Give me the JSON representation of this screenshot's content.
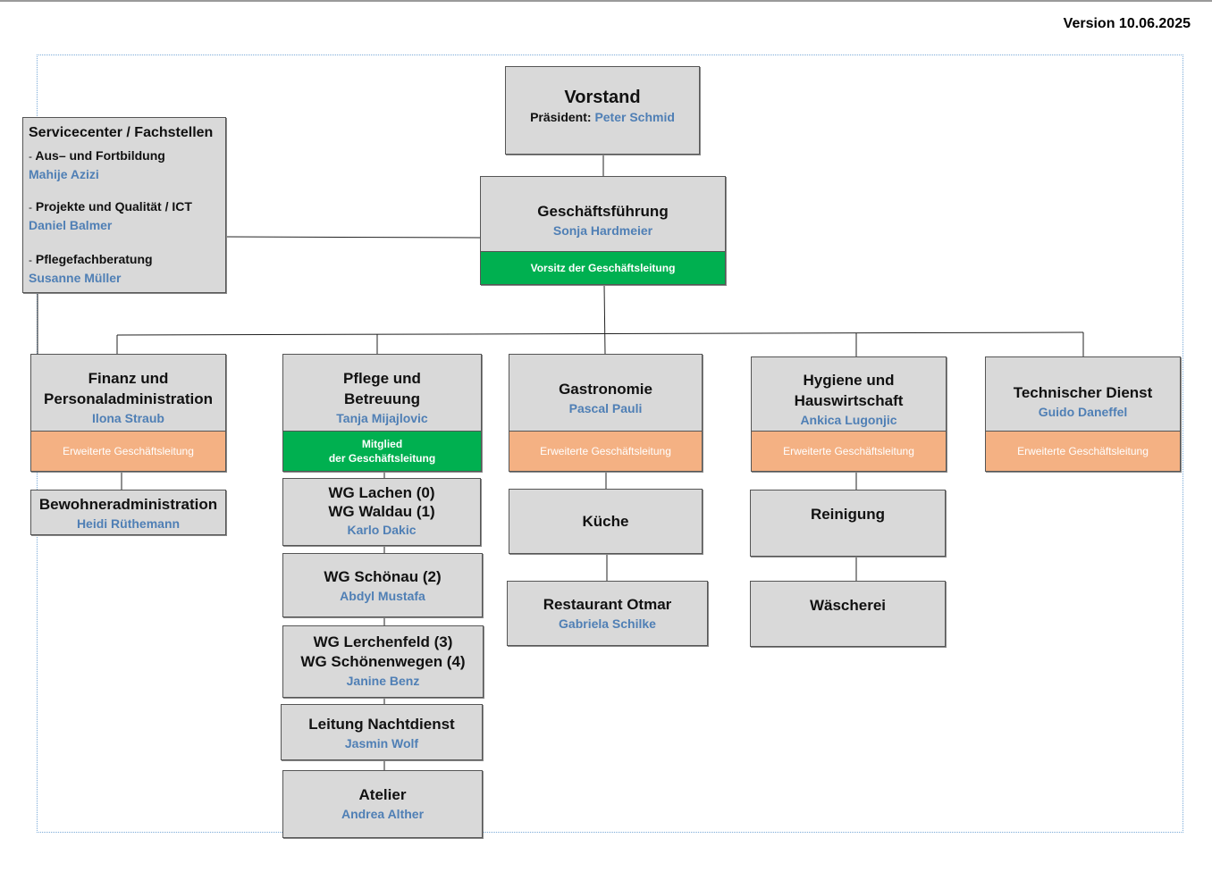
{
  "version": "Version 10.06.2025",
  "vorstand": {
    "title": "Vorstand",
    "president_label": "Präsident:",
    "president_name": "Peter Schmid"
  },
  "geschaeftsfuehrung": {
    "title": "Geschäftsführung",
    "name": "Sonja Hardmeier",
    "band": "Vorsitz der Geschäftsleitung"
  },
  "servicecenter": {
    "title": "Servicecenter / Fachstellen",
    "items": [
      {
        "dash": "-",
        "label": "Aus– und Fortbildung",
        "name": "Mahije Azizi"
      },
      {
        "dash": "-",
        "label": "Projekte und Qualität / ICT",
        "name": "Daniel Balmer"
      },
      {
        "dash": "-",
        "label": "Pflegefachberatung",
        "name": "Susanne Müller"
      }
    ]
  },
  "departments": {
    "finanz": {
      "title_1": "Finanz und",
      "title_2": "Personaladministration",
      "name": "Ilona Straub",
      "band": "Erweiterte Geschäftsleitung"
    },
    "pflege": {
      "title_1": "Pflege und",
      "title_2": "Betreuung",
      "name": "Tanja Mijajlovic",
      "band_1": "Mitglied",
      "band_2": "der Geschäftsleitung"
    },
    "gastro": {
      "title": "Gastronomie",
      "name": "Pascal Pauli",
      "band": "Erweiterte Geschäftsleitung"
    },
    "hygiene": {
      "title_1": "Hygiene und",
      "title_2": "Hauswirtschaft",
      "name": "Ankica Lugonjic",
      "band": "Erweiterte Geschäftsleitung"
    },
    "technik": {
      "title": "Technischer Dienst",
      "name": "Guido Daneffel",
      "band": "Erweiterte Geschäftsleitung"
    }
  },
  "units": {
    "bewohner": {
      "title": "Bewohneradministration",
      "name": "Heidi Rüthemann"
    },
    "wg1": {
      "title_1": "WG Lachen (0)",
      "title_2": "WG Waldau (1)",
      "name": "Karlo Dakic"
    },
    "wg2": {
      "title": "WG Schönau (2)",
      "name": "Abdyl Mustafa"
    },
    "wg3": {
      "title_1": "WG Lerchenfeld (3)",
      "title_2": "WG Schönenwegen (4)",
      "name": "Janine Benz"
    },
    "nacht": {
      "title": "Leitung Nachtdienst",
      "name": "Jasmin Wolf"
    },
    "atelier": {
      "title": "Atelier",
      "name": "Andrea Alther"
    },
    "kueche": {
      "title": "Küche"
    },
    "restaurant": {
      "title": "Restaurant Otmar",
      "name": "Gabriela Schilke"
    },
    "reinigung": {
      "title": "Reinigung"
    },
    "waescherei": {
      "title": "Wäscherei"
    }
  },
  "colors": {
    "box_fill": "#d9d9d9",
    "name_blue": "#4f7fb5",
    "green_band": "#00b050",
    "orange_band": "#f4b183"
  }
}
